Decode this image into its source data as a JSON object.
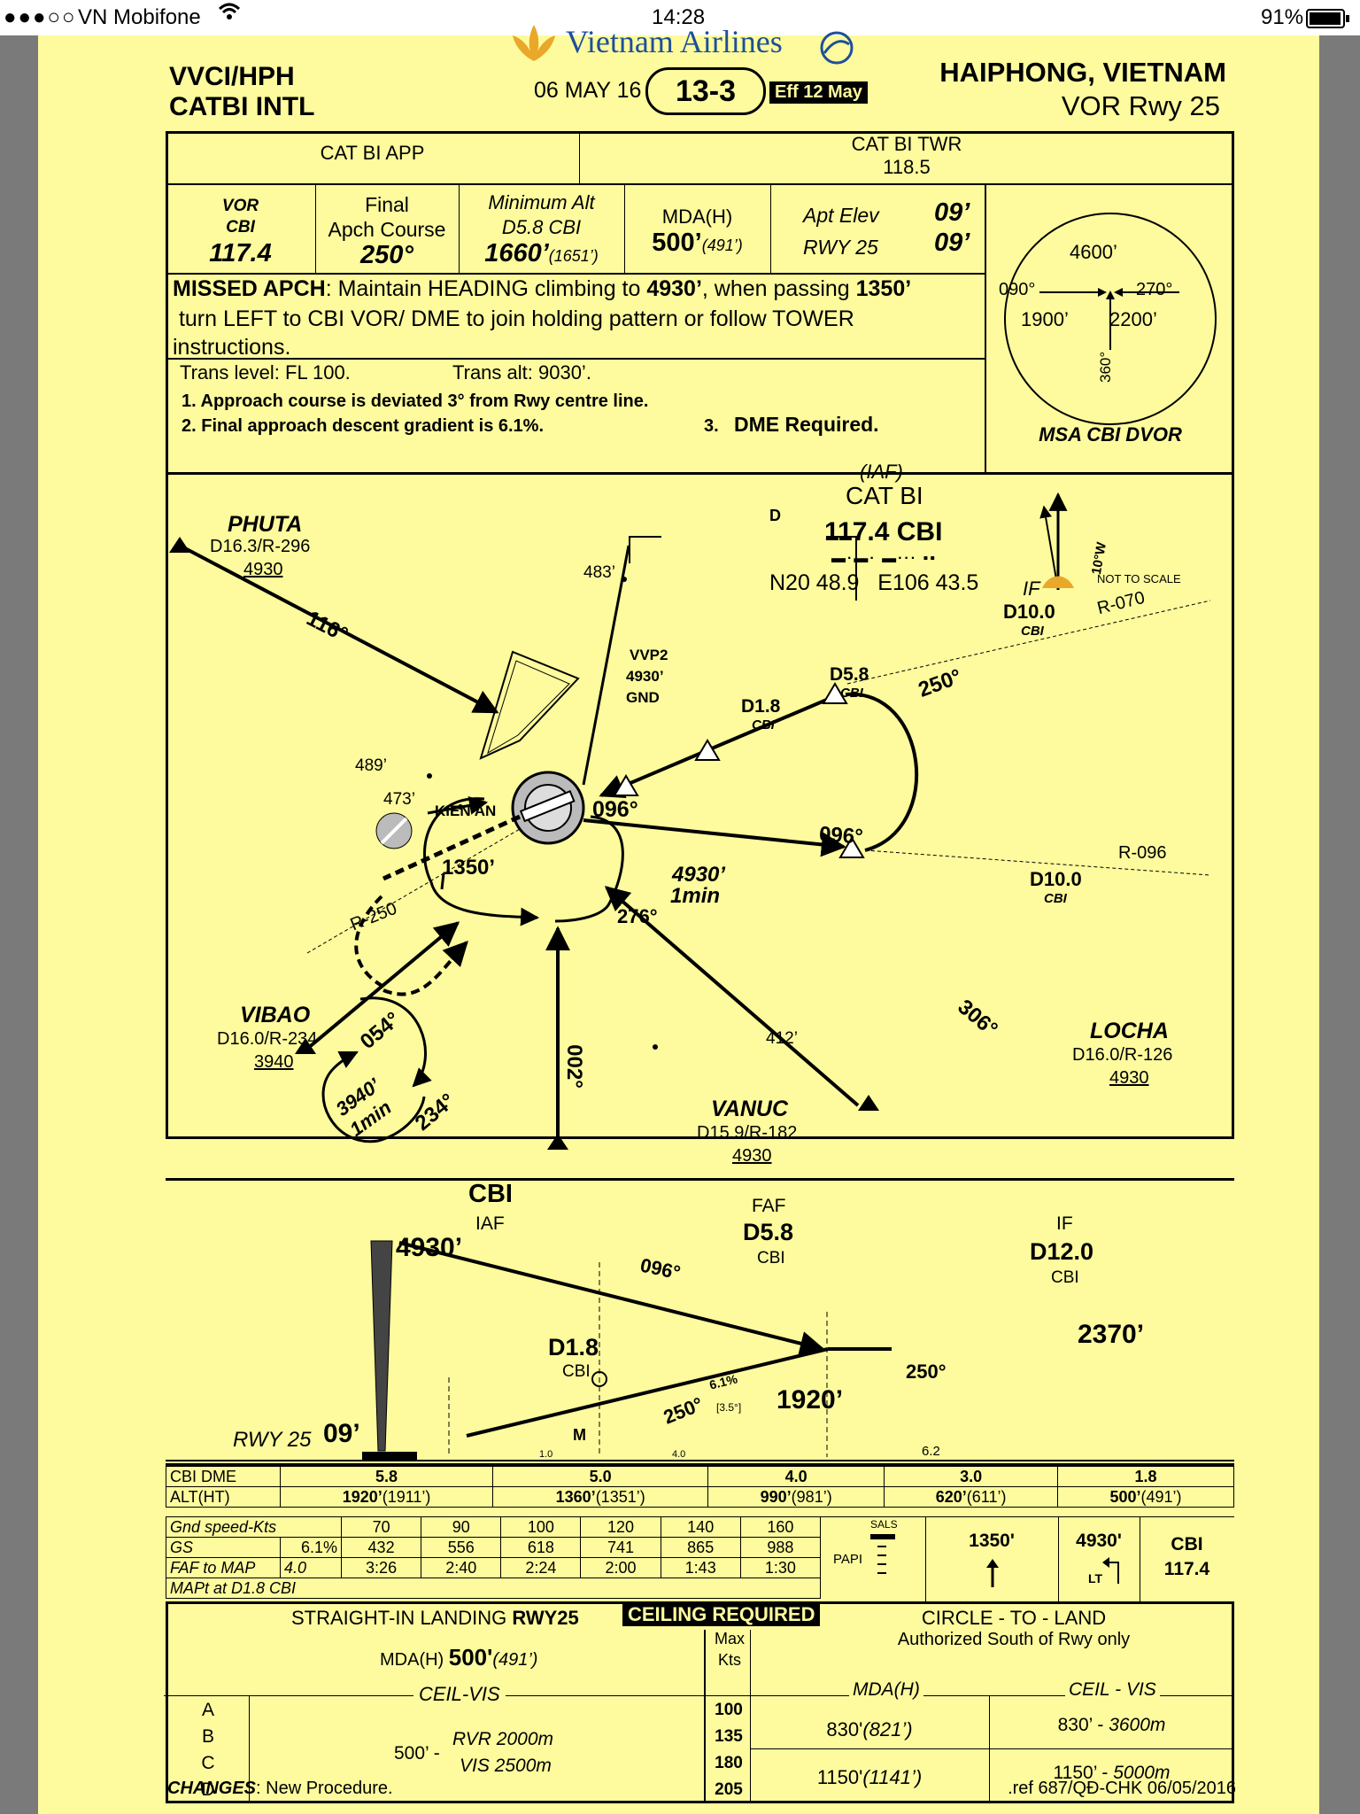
{
  "status": {
    "carrier": "VN Mobifone",
    "time": "14:28",
    "battery": "91%"
  },
  "logo": {
    "brand": "Vietnam Airlines"
  },
  "header": {
    "icao": "VVCI/HPH",
    "airport": "CATBI INTL",
    "date": "06 MAY 16",
    "chart_no": "13-3",
    "eff": "Eff 12 May",
    "city": "HAIPHONG, VIETNAM",
    "proc": "VOR Rwy 25"
  },
  "comms": {
    "app": "CAT BI APP",
    "twr": "CAT BI TWR",
    "twr_freq": "118.5"
  },
  "briefing": {
    "vor_label1": "VOR",
    "vor_label2": "CBI",
    "vor_freq": "117.4",
    "fac_label1": "Final",
    "fac_label2": "Apch Course",
    "fac": "250°",
    "min_label1": "Minimum Alt",
    "min_label2": "D5.8 CBI",
    "min_alt": "1660’",
    "min_alt_ht": "(1651’)",
    "mda_label": "MDA(H)",
    "mda": "500’",
    "mda_ht": "(491’)",
    "apt_elev_label": "Apt Elev",
    "apt_elev": "09’",
    "rwy_label": "RWY 25",
    "rwy_elev": "09’",
    "missed_1": "MISSED APCH",
    "missed_2": ": Maintain HEADING climbing to ",
    "missed_3": "4930’",
    "missed_4": ", when passing ",
    "missed_5": "1350’",
    "missed_line2": " turn LEFT to CBI VOR/ DME to join holding pattern or follow TOWER",
    "missed_line3": "instructions.",
    "trans_level": "Trans level: FL 100.",
    "trans_alt": "Trans alt: 9030’.",
    "note1": "1. Approach course is deviated 3° from Rwy centre line.",
    "note2": "2. Final approach descent gradient is 6.1%.",
    "note3_num": "3.",
    "note3": "DME Required."
  },
  "msa": {
    "top": "4600’",
    "left_brg": "090°",
    "right_brg": "270°",
    "left_alt": "1900’",
    "right_alt": "2200’",
    "bottom": "360°",
    "label": "MSA CBI DVOR"
  },
  "plan": {
    "phuta_name": "PHUTA",
    "phuta_dme": "D16.3/R-296",
    "phuta_alt": "4930",
    "phuta_crs": "116°",
    "iaf": "(IAF)",
    "catbi": "CAT BI",
    "catbi_freq": "117.4 CBI",
    "catbi_d": "D",
    "catbi_morse": "▬·▬· ▬··· ▪▪",
    "catbi_pos": "N20 48.9   E106 43.5",
    "if_label": "IF",
    "d10_label": "D10.0",
    "cbi": "CBI",
    "r070": "R-070",
    "d58": "D5.8",
    "crs250": "250°",
    "d18": "D1.8",
    "vvp2_a": "VVP2",
    "vvp2_b": "4930’",
    "vvp2_c": "GND",
    "ob483": "483’",
    "ob489": "489’",
    "ob473": "473’",
    "ob412": "412’",
    "kienan": "KIEN AN",
    "crs096": "096°",
    "crs096b": "096°",
    "hold_alt": "4930’",
    "hold_time": "1min",
    "r096": "R-096",
    "d10b": "D10.0",
    "a1350": "1350’",
    "r250": "R-250",
    "crs276": "276°",
    "vibao_name": "VIBAO",
    "vibao_dme": "D16.0/R-234",
    "vibao_alt": "3940",
    "crs054": "054°",
    "vhold_alt": "3940’",
    "vhold_time": "1min",
    "crs234": "234°",
    "vanuc_name": "VANUC",
    "vanuc_dme": "D15.9/R-182",
    "vanuc_alt": "4930",
    "crs002": "002°",
    "locha_name": "LOCHA",
    "locha_dme": "D16.0/R-126",
    "locha_alt": "4930",
    "crs306": "306°",
    "north": "10°W",
    "not_to_scale": "NOT TO SCALE"
  },
  "profile": {
    "cbi": "CBI",
    "iaf": "IAF",
    "alt4930": "4930’",
    "crs096": "096°",
    "faf": "FAF",
    "d58": "D5.8",
    "cbi2": "CBI",
    "if": "IF",
    "d120": "D12.0",
    "cbi3": "CBI",
    "alt2370": "2370’",
    "d18": "D1.8",
    "cbi4": "CBI",
    "alt1920": "1920’",
    "crs250a": "250°",
    "crs250b": "250°",
    "grad": "6.1%",
    "angle": "[3.5°]",
    "rwy": "RWY 25",
    "rwy_elev": "09’",
    "dist10": "1.0",
    "dist40": "4.0",
    "dist62": "6.2",
    "m": "M"
  },
  "dme_table": {
    "row1_label": "CBI DME",
    "row2_label": "ALT(HT)",
    "dme": [
      "5.8",
      "5.0",
      "4.0",
      "3.0",
      "1.8"
    ],
    "alt": [
      "1920’",
      "1360’",
      "990’",
      "620’",
      "500’"
    ],
    "ht": [
      "(1911’)",
      "(1351’)",
      "(981’)",
      "(611’)",
      "(491’)"
    ]
  },
  "speed_table": {
    "h_label": "Gnd speed-Kts",
    "speeds": [
      "70",
      "90",
      "100",
      "120",
      "140",
      "160"
    ],
    "gs_label": "GS",
    "gs_grad": "6.1%",
    "gs": [
      "432",
      "556",
      "618",
      "741",
      "865",
      "988"
    ],
    "faf_label": "FAF to MAP",
    "faf_dist": "4.0",
    "times": [
      "3:26",
      "2:40",
      "2:24",
      "2:00",
      "1:43",
      "1:30"
    ],
    "mapt": "MAPt at D1.8 CBI",
    "sals": "SALS",
    "papi": "PAPI",
    "ma1": "1350'",
    "ma2": "4930'",
    "lt": "LT",
    "ma3a": "CBI",
    "ma3b": "117.4"
  },
  "minima": {
    "straight": "STRAIGHT-IN LANDING ",
    "straight_rwy": "RWY25",
    "ceiling": "CEILING REQUIRED",
    "circle1": "CIRCLE - TO - LAND",
    "circle2": "Authorized South of Rwy only",
    "mda_label": "MDA(H) ",
    "mda": "500'",
    "mda_ht": "(491’)",
    "ceil_vis": "CEIL-VIS",
    "cats": [
      "A",
      "B",
      "C",
      "D"
    ],
    "si_ceil": "500’ -",
    "rvr": "RVR 2000m",
    "vis": "VIS 2500m",
    "maxkts1": "Max",
    "maxkts2": "Kts",
    "kts": [
      "100",
      "135",
      "180",
      "205"
    ],
    "c_mda_label": "MDA(H)",
    "c_ceil_label": "CEIL - VIS",
    "c_mda1": "830'",
    "c_mda1_ht": "(821’)",
    "c_cv1a": "830’ - ",
    "c_cv1b": "3600m",
    "c_mda2": "1150'",
    "c_mda2_ht": "(1141’)",
    "c_cv2a": "1150’ - ",
    "c_cv2b": "5000m"
  },
  "footer": {
    "changes": "CHANGES",
    "changes_text": ": New Procedure.",
    "ref": ".ref 687/QĐ-CHK 06/05/2016"
  }
}
